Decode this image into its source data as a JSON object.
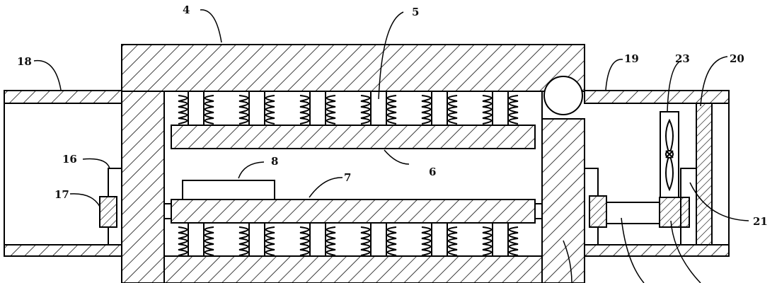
{
  "diagram": {
    "labels": {
      "l4": "4",
      "l5": "5",
      "l6": "6",
      "l7": "7",
      "l8": "8",
      "l16": "16",
      "l17": "17",
      "l18": "18",
      "l19": "19",
      "l20": "20",
      "l21": "21",
      "l23": "23"
    }
  }
}
